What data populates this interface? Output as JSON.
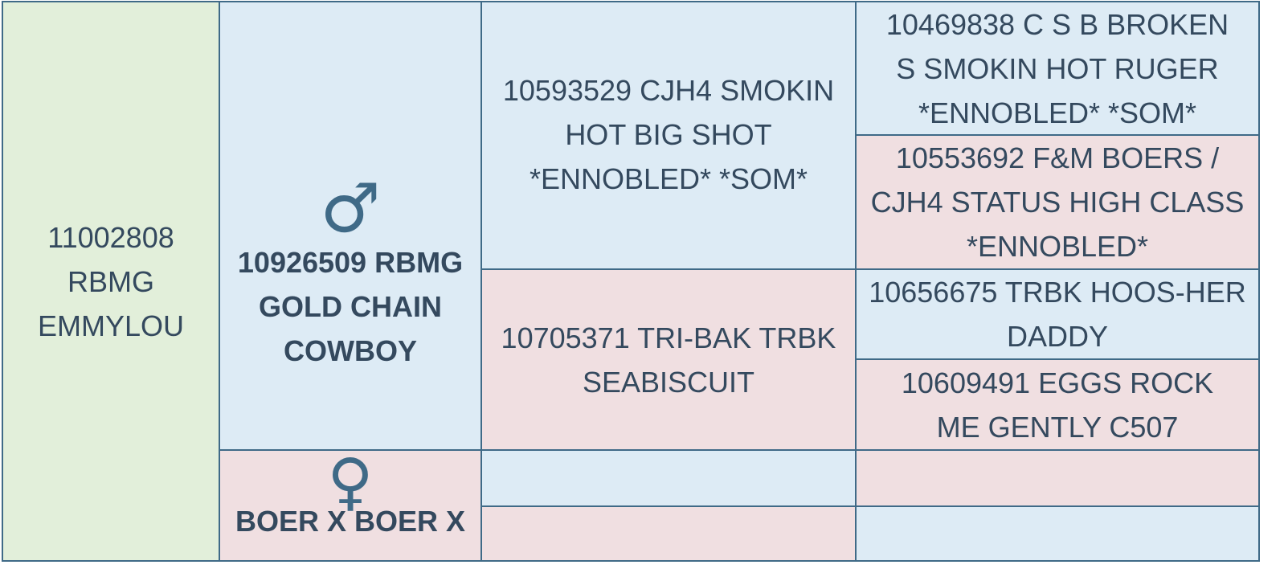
{
  "subject": {
    "label": "11002808\nRBMG\nEMMYLOU"
  },
  "sire": {
    "symbol": "♂",
    "name": "10926509 RBMG GOLD CHAIN COWBOY"
  },
  "dam": {
    "symbol": "♀",
    "name": "BOER X BOER X"
  },
  "sire_sire": {
    "name": "10593529 CJH4 SMOKIN HOT BIG SHOT *ENNOBLED* *SOM*"
  },
  "sire_dam": {
    "name": "10705371 TRI-BAK TRBK SEABISCUIT"
  },
  "sire_sire_sire": {
    "name": "10469838 C S B BROKEN S SMOKIN HOT RUGER *ENNOBLED* *SOM*"
  },
  "sire_sire_dam": {
    "name": "10553692 F&M BOERS / CJH4 STATUS HIGH CLASS *ENNOBLED*"
  },
  "sire_dam_sire": {
    "name": "10656675 TRBK HOOS-HER DADDY"
  },
  "sire_dam_dam": {
    "name": "10609491 EGGS ROCK ME GENTLY C507"
  },
  "dam_sire": {
    "name": ""
  },
  "dam_dam": {
    "name": ""
  },
  "dam_sire_sire": {
    "name": ""
  },
  "dam_sire_dam": {
    "name": ""
  },
  "dam_dam_sire": {
    "name": ""
  },
  "dam_dam_dam": {
    "name": ""
  }
}
